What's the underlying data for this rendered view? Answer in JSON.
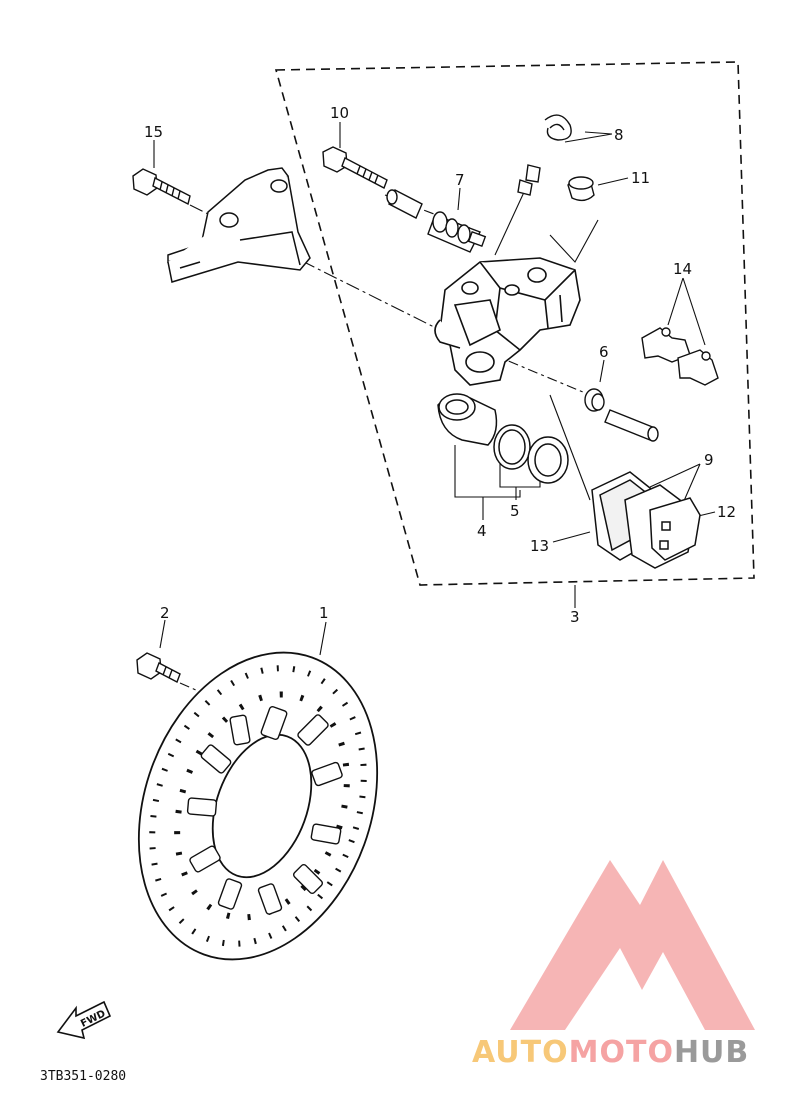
{
  "diagram": {
    "callouts": {
      "c1": "1",
      "c2": "2",
      "c3": "3",
      "c4": "4",
      "c5": "5",
      "c6": "6",
      "c7": "7",
      "c8": "8",
      "c9": "9",
      "c10": "10",
      "c11": "11",
      "c12": "12",
      "c13": "13",
      "c14": "14",
      "c15": "15"
    },
    "fwd_label": "FWD",
    "diagram_code": "3TB351-0280"
  },
  "watermark": {
    "part1": "AUTO",
    "part2": "MOTO",
    "part3": "HUB",
    "colors": {
      "auto": "#f7c878",
      "moto": "#f5a3a3",
      "hub": "#9a9a9a",
      "logo": "#f39a9a"
    }
  }
}
